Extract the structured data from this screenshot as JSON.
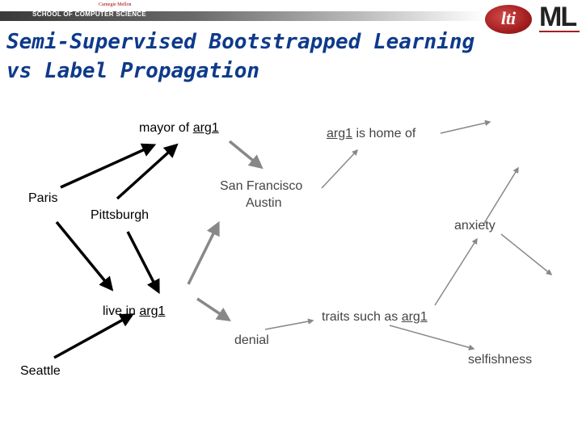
{
  "header": {
    "school": "SCHOOL OF COMPUTER SCIENCE",
    "university": "Carnegie Mellon",
    "lti_logo": "lti",
    "ml_logo": "ML"
  },
  "title": {
    "line1": "Semi-Supervised Bootstrapped Learning",
    "line2": "vs Label Propagation"
  },
  "diagram": {
    "mayor_of_prefix": "mayor of ",
    "arg1": "arg1",
    "is_home_of_suffix": " is home of",
    "paris": "Paris",
    "pittsburgh": "Pittsburgh",
    "san_francisco": "San Francisco",
    "austin": "Austin",
    "anxiety": "anxiety",
    "live_in_prefix": "live in ",
    "traits_such_as_prefix": "traits such as ",
    "denial": "denial",
    "seattle": "Seattle",
    "selfishness": "selfishness"
  },
  "colors": {
    "title": "#0e3a8a",
    "black_edges": "#000000",
    "gray_edges": "#888888",
    "lti_red": "#a31f1f"
  }
}
